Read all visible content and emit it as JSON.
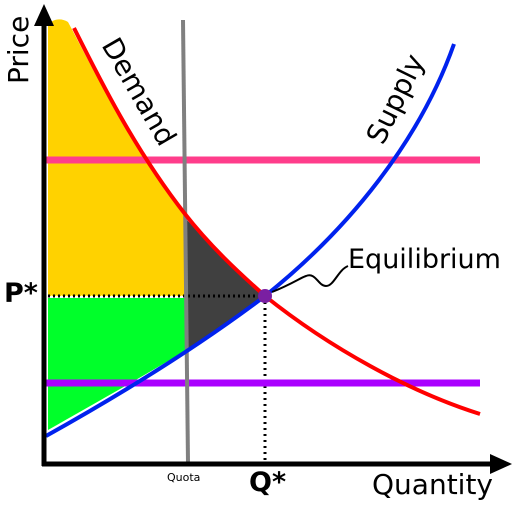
{
  "diagram": {
    "labels": {
      "y_axis": "Price",
      "x_axis": "Quantity",
      "demand": "Demand",
      "supply": "Supply",
      "equilibrium": "Equilibrium",
      "p_star": "P*",
      "q_star": "Q*",
      "quota": "Quota"
    },
    "colors": {
      "demand_curve": "#ff0000",
      "supply_curve": "#0022ee",
      "quota_line": "#808080",
      "price_ceiling_line": "#ff3d8b",
      "price_floor_line": "#aa00ff",
      "consumer_surplus": "#ffd200",
      "producer_surplus": "#00ff2a",
      "deadweight_loss": "#404040",
      "equilibrium_point": "#7a1fa2",
      "axes": "#000000"
    }
  }
}
